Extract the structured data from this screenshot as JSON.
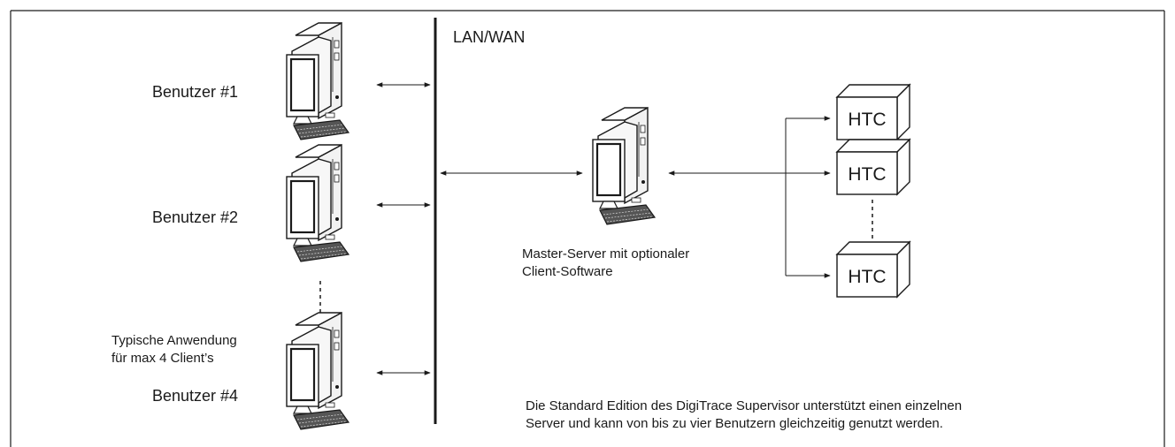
{
  "network_label": "LAN/WAN",
  "users": [
    {
      "label": "Benutzer #1"
    },
    {
      "label": "Benutzer #2"
    },
    {
      "label": "Benutzer #4"
    }
  ],
  "typical_note": {
    "line1": "Typische Anwendung",
    "line2": "für max 4 Client’s"
  },
  "server": {
    "line1": "Master-Server mit optionaler",
    "line2": "Client-Software"
  },
  "controllers": [
    {
      "label": "HTC"
    },
    {
      "label": "HTC"
    },
    {
      "label": "HTC"
    }
  ],
  "footer": {
    "line1": "Die Standard Edition des DigiTrace Supervisor unterstützt einen einzelnen",
    "line2": "Server und kann von bis zu vier Benutzern gleichzeitig genutzt werden."
  }
}
